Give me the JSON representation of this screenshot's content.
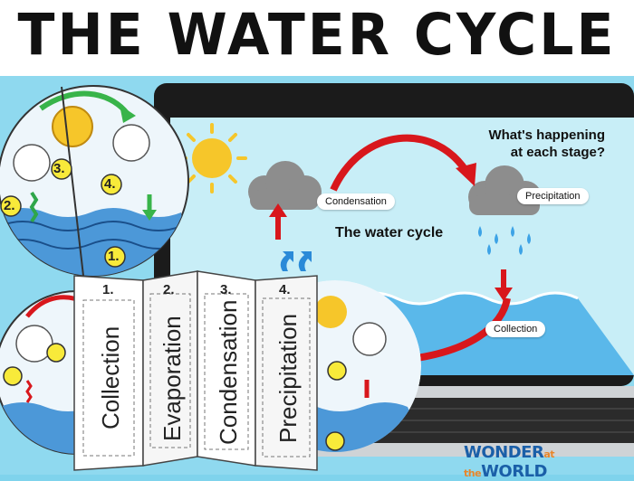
{
  "title": "THE WATER CYCLE",
  "slide": {
    "question": "What's happening at each stage?",
    "question_line1": "What's happening",
    "question_line2": "at each stage?",
    "diagram_title": "The water cycle",
    "labels": {
      "condensation": "Condensation",
      "precipitation": "Precipitation",
      "collection": "Collection"
    }
  },
  "wheel_numbers": [
    "1.",
    "2.",
    "3.",
    "4."
  ],
  "foldable": {
    "panels": [
      {
        "number": "1.",
        "label": "Collection"
      },
      {
        "number": "2.",
        "label": "Evaporation"
      },
      {
        "number": "3.",
        "label": "Condensation"
      },
      {
        "number": "4.",
        "label": "Precipitation"
      }
    ]
  },
  "brand": {
    "part1": "WONDER",
    "part2": "at the",
    "part3": "WORLD"
  },
  "colors": {
    "background": "#8fd9ef",
    "arrow_red": "#d8171c",
    "arrow_blue": "#2a8ad8",
    "water": "#5ab8ea",
    "cloud": "#8d8d8d",
    "sun": "#f6c62a",
    "brand_blue": "#1a5fa8",
    "brand_orange": "#e8862a"
  }
}
